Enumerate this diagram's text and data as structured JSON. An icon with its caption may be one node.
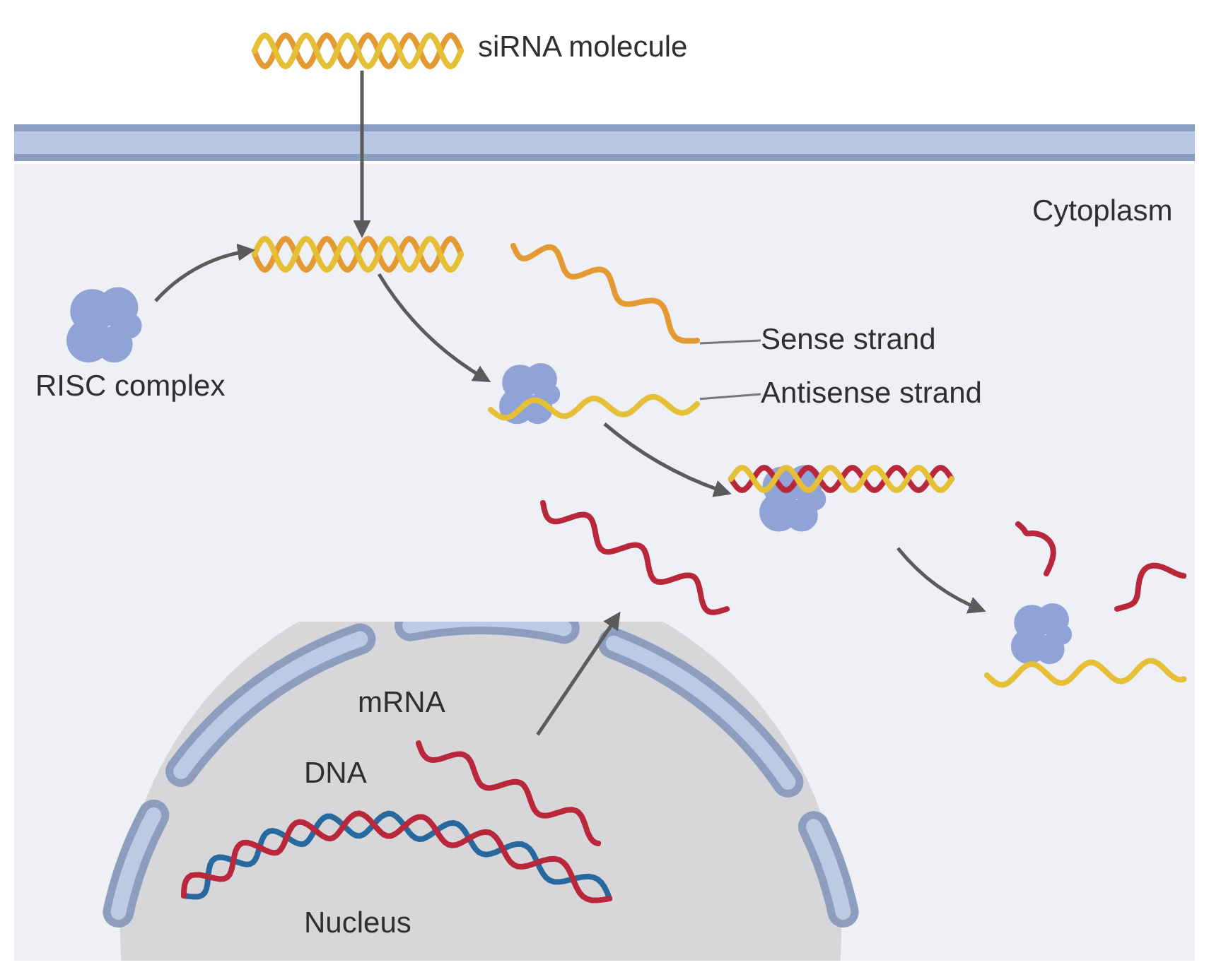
{
  "diagram": {
    "nodes": [
      {
        "text": [],
        "shape": "picture",
        "beside": [
          "siRNA molecule"
        ]
      },
      {
        "text": [
          "Cytoplasm"
        ]
      },
      {
        "text": [],
        "shape": "picture",
        "beside": [
          "RISC complex"
        ],
        "in": 1
      },
      {
        "text": [],
        "shape": "picture",
        "in": 1
      },
      {
        "text": [],
        "shape": "picture",
        "in": 1
      },
      {
        "text": [],
        "shape": "picture",
        "in": 1
      },
      {
        "text": [
          "Sense strand"
        ],
        "in": 1
      },
      {
        "text": [
          "Antisense strand"
        ],
        "in": 1
      },
      {
        "text": [],
        "shape": "picture",
        "in": 1
      },
      {
        "text": [],
        "shape": "picture",
        "in": 1
      },
      {
        "text": [],
        "shape": "picture",
        "in": 1
      },
      {
        "text": [
          "Nucleus"
        ],
        "in": 1
      },
      {
        "text": [],
        "shape": "picture",
        "beside": [
          "mRNA"
        ],
        "in": 11
      },
      {
        "text": [],
        "shape": "picture",
        "beside": [
          "DNA"
        ],
        "in": 11
      }
    ],
    "edges": [
      {
        "from": 0,
        "to": 3,
        "arrow": "to"
      },
      {
        "from": 2,
        "to": 3,
        "arrow": "to"
      },
      {
        "from": 3,
        "to": 4,
        "arrow": "to"
      },
      {
        "from": 4,
        "to": 8,
        "arrow": "to"
      },
      {
        "from": 8,
        "to": 9,
        "arrow": "to"
      },
      {
        "from": 12,
        "to": 10,
        "arrow": "to"
      },
      {
        "from": 6,
        "to": 5,
        "arrow": "none"
      },
      {
        "from": 7,
        "to": 4,
        "arrow": "none"
      }
    ]
  }
}
